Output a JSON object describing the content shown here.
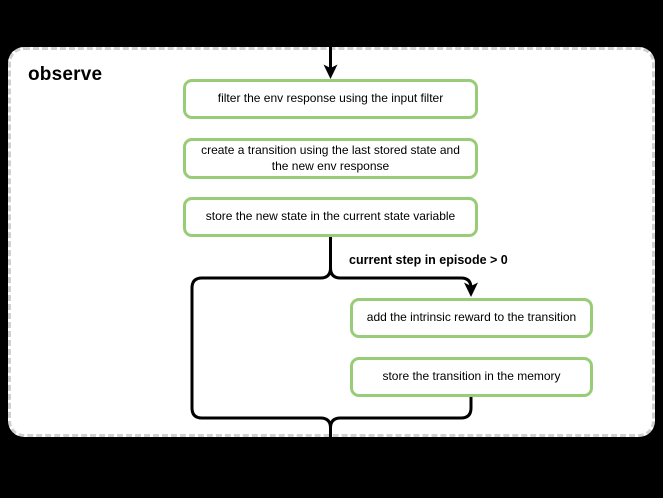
{
  "diagram": {
    "title": "observe",
    "nodes": [
      {
        "id": "filter-env-response",
        "label": "filter the env response using the input filter"
      },
      {
        "id": "create-transition",
        "label": "create a transition using the last stored state and the new env response"
      },
      {
        "id": "store-new-state",
        "label": "store the new state in the current state variable"
      },
      {
        "id": "add-intrinsic-reward",
        "label": "add the intrinsic reward to the transition"
      },
      {
        "id": "store-transition",
        "label": "store the transition in the memory"
      }
    ],
    "edges": {
      "branch_condition_label": "current step in episode > 0"
    },
    "colors": {
      "background": "#000000",
      "container_background": "#ffffff",
      "container_border": "#d0d0d0",
      "node_border": "#99cc77",
      "node_background": "#ffffff",
      "connector": "#000000",
      "text": "#000000"
    }
  }
}
